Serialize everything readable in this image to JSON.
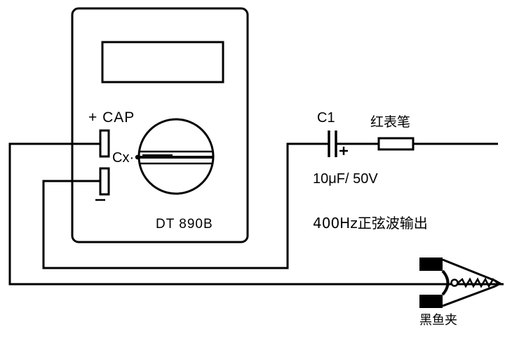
{
  "diagram": {
    "title": "DT890B multimeter capacitance test with 400Hz sine source",
    "stroke_color": "#000000",
    "background_color": "#ffffff"
  },
  "multimeter": {
    "model_label": "DT 890B",
    "cap_terminal_label": "+ CAP",
    "cx_label": "Cx·",
    "minus_label": "−",
    "display_name": "lcd-display",
    "dial_name": "rotary-selector-dial"
  },
  "circuit": {
    "capacitor_ref": "C1",
    "capacitor_value": "10μF/ 50V",
    "capacitor_polarity": "+",
    "source_label": "400Hz正弦波输出",
    "red_probe_label": "红表笔",
    "black_clip_label": "黑鱼夹"
  }
}
